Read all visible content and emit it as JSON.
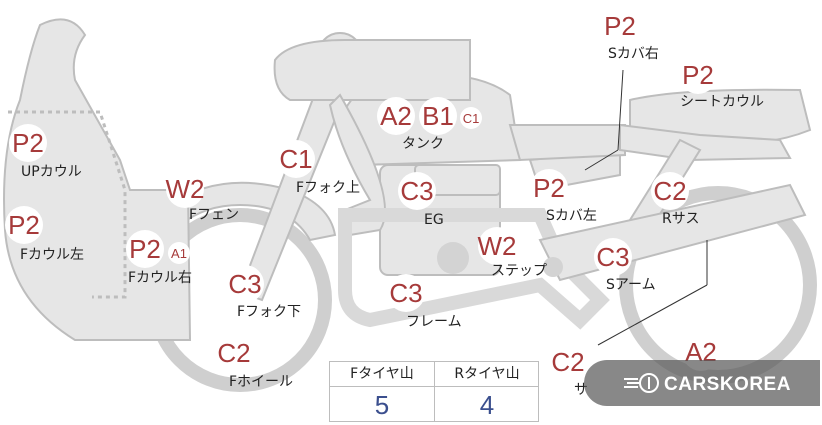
{
  "markers": {
    "s_cover_right": "P2",
    "seat_cowl": "P2",
    "tank_a": "A2",
    "tank_b": "B1",
    "tank_c": "C1",
    "up_cowl": "P2",
    "fork_upper": "C1",
    "fender": "W2",
    "eg": "C3",
    "s_cover_left": "P2",
    "r_sus": "C2",
    "cowl_left": "P2",
    "cowl_right_p": "P2",
    "cowl_right_a": "A1",
    "step": "W2",
    "swingarm": "C3",
    "fork_lower": "C3",
    "frame": "C3",
    "f_wheel": "C2",
    "r_wheel": "C2",
    "r_wheel_b": "A2"
  },
  "labels": {
    "s_cover_right": "Sカバ右",
    "seat_cowl": "シートカウル",
    "tank": "タンク",
    "up_cowl": "UPカウル",
    "fork_upper": "Fフォク上",
    "fender": "Fフェン",
    "eg": "EG",
    "s_cover_left": "Sカバ左",
    "r_sus": "Rサス",
    "cowl_left": "Fカウル左",
    "cowl_right": "Fカウル右",
    "step": "ステップ",
    "swingarm": "Sアーム",
    "fork_lower": "Fフォク下",
    "frame": "フレーム",
    "f_wheel": "Fホイール",
    "r_wheel_partial": "サ"
  },
  "tread_table": {
    "front_header": "Fタイヤ山",
    "rear_header": "Rタイヤ山",
    "front_value": "5",
    "rear_value": "4"
  },
  "watermark": {
    "text": "CARSKOREA"
  },
  "colors": {
    "part_fill": "#e6e6e6",
    "part_stroke": "#bdbdbd",
    "marker_text": "#a63a3a",
    "value_text": "#3b4f8e"
  }
}
